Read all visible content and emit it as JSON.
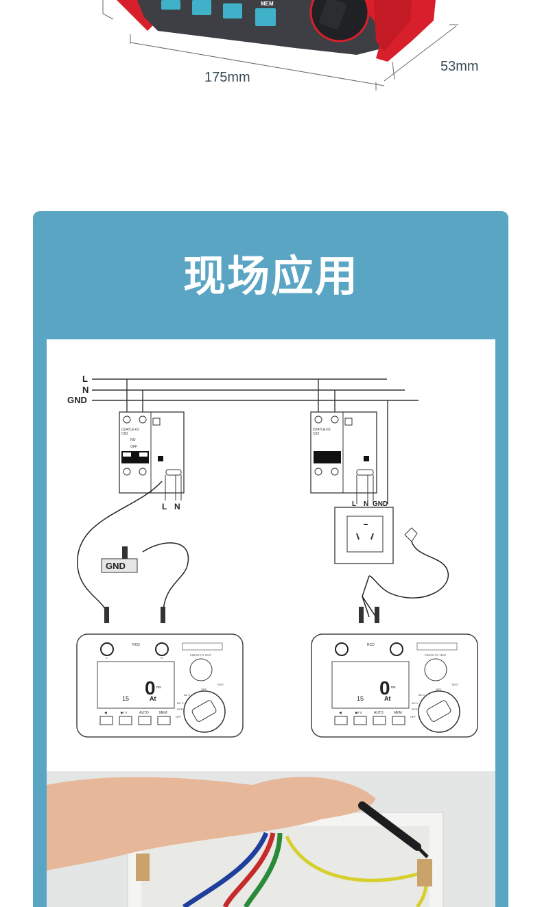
{
  "product": {
    "button_mem": "MEM",
    "width_dim": "175mm",
    "depth_dim": "53mm"
  },
  "section": {
    "title": "现场应用"
  },
  "diagram": {
    "bus_labels": [
      "L",
      "N",
      "GND"
    ],
    "breaker_model_1": "DZ47LE-63",
    "breaker_sub_1": "C63",
    "breaker_model_2": "DZ47LE-63",
    "breaker_sub_2": "C63",
    "breaker_no": "NO",
    "breaker_off": "OFF",
    "output_l": "L",
    "output_n": "N",
    "socket_l": "L",
    "socket_n": "N",
    "socket_gnd": "GND",
    "ground_plate": "GND",
    "meter": {
      "rcd_label": "RCD",
      "press_to_test": "PRESS TO TEST",
      "test": "TEST",
      "reading": "0",
      "unit": "ms",
      "sub_left": "15",
      "sub_right": "At",
      "dial_acv": "AC V",
      "dial_off": "OFF",
      "dial_dcv": "DC V",
      "dial_rcd": "RCD",
      "dial_off2": "OFF",
      "term_l": "L",
      "term_n": "N",
      "buttons": [
        "◀",
        "▶/ ≡",
        "AUTO",
        "MEM"
      ]
    }
  },
  "colors": {
    "panel": "#5ba5c4",
    "device_red": "#d8202c",
    "device_dark": "#3d3f44",
    "button_teal": "#3fb1c9"
  }
}
